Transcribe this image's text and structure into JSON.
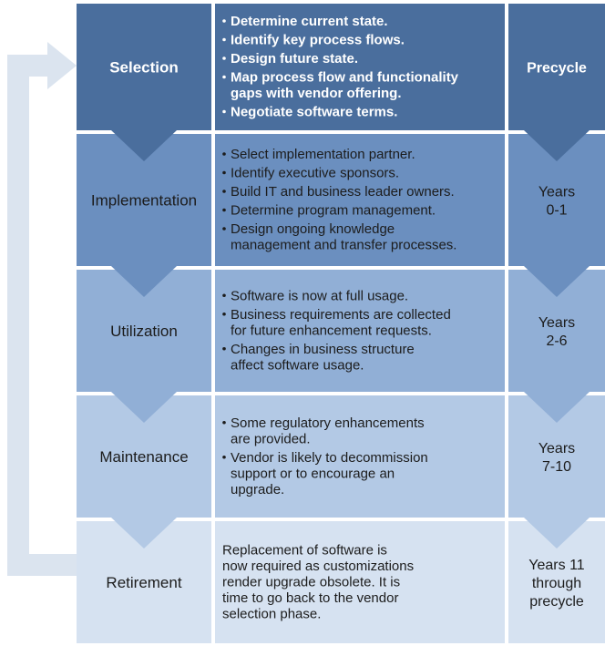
{
  "stages": [
    {
      "phase": "Selection",
      "timing": [
        "Precycle"
      ],
      "bullets": [
        [
          "Determine current state."
        ],
        [
          "Identify key process flows."
        ],
        [
          "Design future state."
        ],
        [
          "Map process flow and functionality",
          "gaps with vendor offering."
        ],
        [
          "Negotiate software terms."
        ]
      ]
    },
    {
      "phase": "Implementation",
      "timing": [
        "Years",
        "0-1"
      ],
      "bullets": [
        [
          "Select implementation partner."
        ],
        [
          "Identify executive sponsors."
        ],
        [
          "Build IT and business leader owners."
        ],
        [
          "Determine program management."
        ],
        [
          "Design ongoing knowledge",
          "management and transfer processes."
        ]
      ]
    },
    {
      "phase": "Utilization",
      "timing": [
        "Years",
        "2-6"
      ],
      "bullets": [
        [
          "Software is now at full usage."
        ],
        [
          "Business requirements are collected",
          "for future enhancement requests."
        ],
        [
          "Changes in business structure",
          "affect software usage."
        ]
      ]
    },
    {
      "phase": "Maintenance",
      "timing": [
        "Years",
        "7-10"
      ],
      "bullets": [
        [
          "Some regulatory enhancements",
          "are provided."
        ],
        [
          "Vendor is likely to decommission",
          "support or to encourage an",
          "upgrade."
        ]
      ]
    },
    {
      "phase": "Retirement",
      "timing": [
        "Years 11",
        "through",
        "precycle"
      ],
      "paragraph": [
        "Replacement of software is",
        "now required as customizations",
        "render upgrade obsolete. It is",
        "time to go back to the vendor",
        "selection phase."
      ]
    }
  ],
  "colors": {
    "row_fills": [
      "#4a6e9d",
      "#6b8fbf",
      "#91afd6",
      "#b3c9e5",
      "#d6e2f1"
    ],
    "loop_arrow": "#dbe4ef",
    "light_text": "#ffffff",
    "dark_text": "#1c1c1c"
  }
}
